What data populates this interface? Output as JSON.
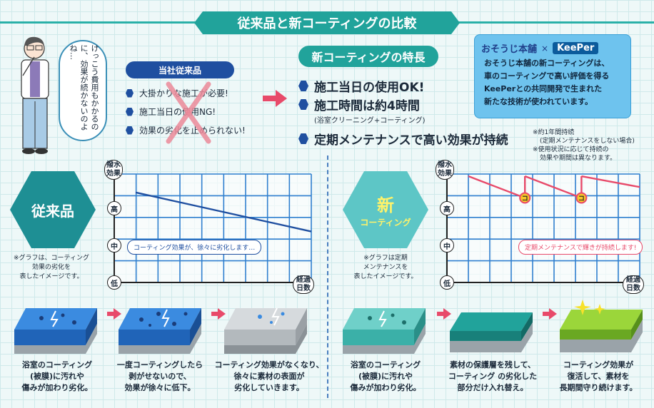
{
  "header": {
    "title": "従来品と新コーティングの比較"
  },
  "bubble": {
    "text": "けっこう費用もかかるのに、効果が続かないのよね…"
  },
  "conventional": {
    "label": "当社従来品",
    "items": [
      "大掛かりな施工が必要!",
      "施工当日の使用NG!",
      "効果の劣化を止められない!"
    ]
  },
  "new_features": {
    "label": "新コーティングの特長",
    "items": [
      "施工当日の使用OK!",
      "施工時間は約4時間",
      "定期メンテナンスで高い効果が持続"
    ],
    "subnote": "(浴室クリーニング+コーティング)",
    "notes": [
      "※約1年間持続",
      "(定期メンテナンスをしない場合)",
      "※使用状況に応じて持続の",
      "効果や期間は異なります。"
    ]
  },
  "collab": {
    "brand1": "おそうじ本舗",
    "times": "×",
    "brand2": "KeePer",
    "text": [
      "おそうじ本舗の新コーティングは、",
      "車のコーティングで高い評価を得る",
      "KeePerとの共同開発で生まれた",
      "新たな技術が使われています。"
    ]
  },
  "left_panel": {
    "hex_label": "従来品",
    "note": [
      "※グラフは、コーティング",
      "効果の劣化を",
      "表したイメージです。"
    ],
    "axis_y": [
      "撥水",
      "効果"
    ],
    "axis_x": [
      "経過",
      "日数"
    ],
    "levels": [
      "高",
      "中",
      "低"
    ],
    "tag": "コーティング効果が、徐々に劣化します…",
    "steps": [
      "浴室のコーティング\n(被膜)に汚れや\n傷みが加わり劣化。",
      "一度コーティングしたら\n剥がせないので、\n効果が徐々に低下。",
      "コーティング効果がなくなり、\n徐々に素材の表面が\n劣化していきます。"
    ]
  },
  "right_panel": {
    "hex_label_big": "新",
    "hex_label_small": "コーティング",
    "note": [
      "※グラフは定期",
      "メンテナンスを",
      "表したイメージです。"
    ],
    "axis_y": [
      "撥水",
      "効果"
    ],
    "axis_x": [
      "経過",
      "日数"
    ],
    "levels": [
      "高",
      "中",
      "低"
    ],
    "tag": "定期メンテナンスで輝きが持続します!",
    "marker": "コ",
    "steps": [
      "浴室のコーティング\n(被膜)に汚れや\n傷みが加わり劣化。",
      "素材の保護層を残して、\nコーティング の劣化した\n部分だけ入れ替え。",
      "コーティング効果が\n復活して、素材を\n長期間守り続けます。"
    ]
  },
  "chart_data": [
    {
      "type": "line",
      "x": [
        0,
        1
      ],
      "series": [
        {
          "values": [
            0.83,
            0.47
          ]
        }
      ],
      "ylim": [
        0,
        1
      ]
    },
    {
      "type": "line",
      "x": [
        0,
        0.33,
        0.33,
        0.66,
        0.66,
        1
      ],
      "series": [
        {
          "values": [
            0.98,
            0.78,
            0.98,
            0.78,
            0.98,
            0.88
          ]
        }
      ],
      "ylim": [
        0,
        1
      ]
    }
  ],
  "colors": {
    "navy": "#1f4fa0",
    "teal": "#21a39b",
    "pink": "#e84a6a",
    "sky": "#6ec3ee"
  }
}
